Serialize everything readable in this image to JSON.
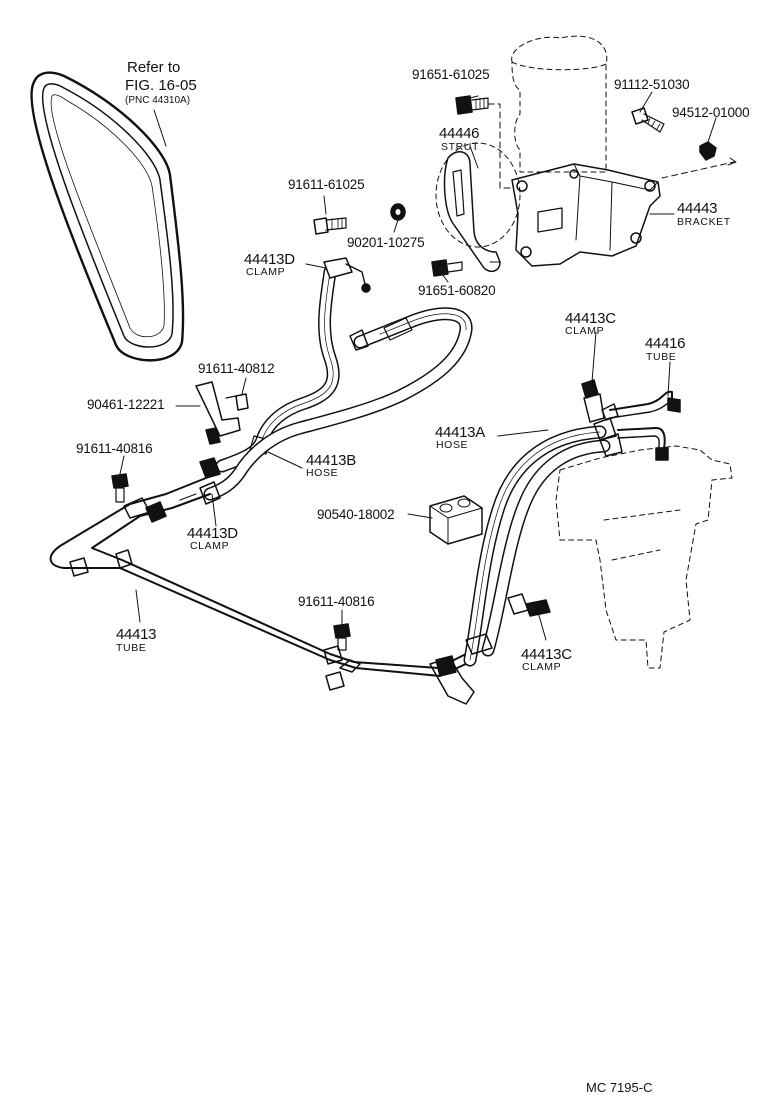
{
  "refer_note": {
    "line1": "Refer to",
    "line2": "FIG. 16-05",
    "line3": "(PNC 44310A)"
  },
  "parts": {
    "bolt_91651_61025": "91651-61025",
    "strut_num": "44446",
    "strut_name": "STRUT",
    "bolt_91112_51030": "91112-51030",
    "nut_94512_01000": "94512-01000",
    "bracket_num": "44443",
    "bracket_name": "BRACKET",
    "bolt_91611_61025": "91611-61025",
    "washer_90201_10275": "90201-10275",
    "clampD_top_num": "44413D",
    "clampD_top_name": "CLAMP",
    "bolt_91651_60820": "91651-60820",
    "clampC_top_num": "44413C",
    "clampC_top_name": "CLAMP",
    "tube_44416_num": "44416",
    "tube_44416_name": "TUBE",
    "bolt_91611_40812": "91611-40812",
    "clip_90461_12221": "90461-12221",
    "hoseA_num": "44413A",
    "hoseA_name": "HOSE",
    "bolt_91611_40816_left": "91611-40816",
    "hoseB_num": "44413B",
    "hoseB_name": "HOSE",
    "cushion_90540_18002": "90540-18002",
    "clampD_low_num": "44413D",
    "clampD_low_name": "CLAMP",
    "bolt_91611_40816_mid": "91611-40816",
    "tube_44413_num": "44413",
    "tube_44413_name": "TUBE",
    "clampC_low_num": "44413C",
    "clampC_low_name": "CLAMP"
  },
  "figure_code": "MC  7195-C"
}
